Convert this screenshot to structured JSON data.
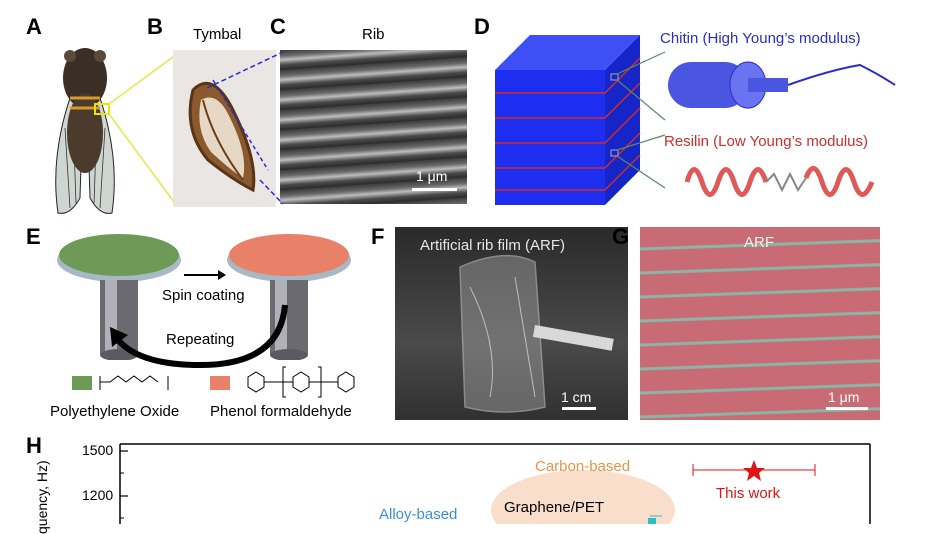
{
  "panels": {
    "A": "A",
    "B": "B",
    "C": "C",
    "D": "D",
    "E": "E",
    "F": "F",
    "G": "G",
    "H": "H"
  },
  "b": {
    "title": "Tymbal"
  },
  "c": {
    "title": "Rib",
    "scale": "1 μm"
  },
  "d": {
    "chitin": "Chitin (High Young’s modulus)",
    "resilin": "Resilin (Low Young’s modulus)",
    "colors": {
      "chitin": "#2b2bd6",
      "resilin": "#d22c2c",
      "block": "#1d2ef0"
    }
  },
  "e": {
    "spin": "Spin coating",
    "repeat": "Repeating",
    "peo": "Polyethylene Oxide",
    "pf": "Phenol formaldehyde"
  },
  "f": {
    "title": "Artificial rib film (ARF)",
    "scale": "1 cm"
  },
  "g": {
    "title": "ARF",
    "scale": "1 μm"
  },
  "h": {
    "ylabel": "quency, Hz)",
    "yticks": [
      "1500",
      "1200"
    ],
    "carbon": "Carbon-based",
    "alloy": "Alloy-based",
    "graphene": "Graphene/PET",
    "thiswork": "This work",
    "colors": {
      "carbon": "#e8934a",
      "alloy": "#3d8fd9",
      "thiswork": "#e01414"
    }
  }
}
